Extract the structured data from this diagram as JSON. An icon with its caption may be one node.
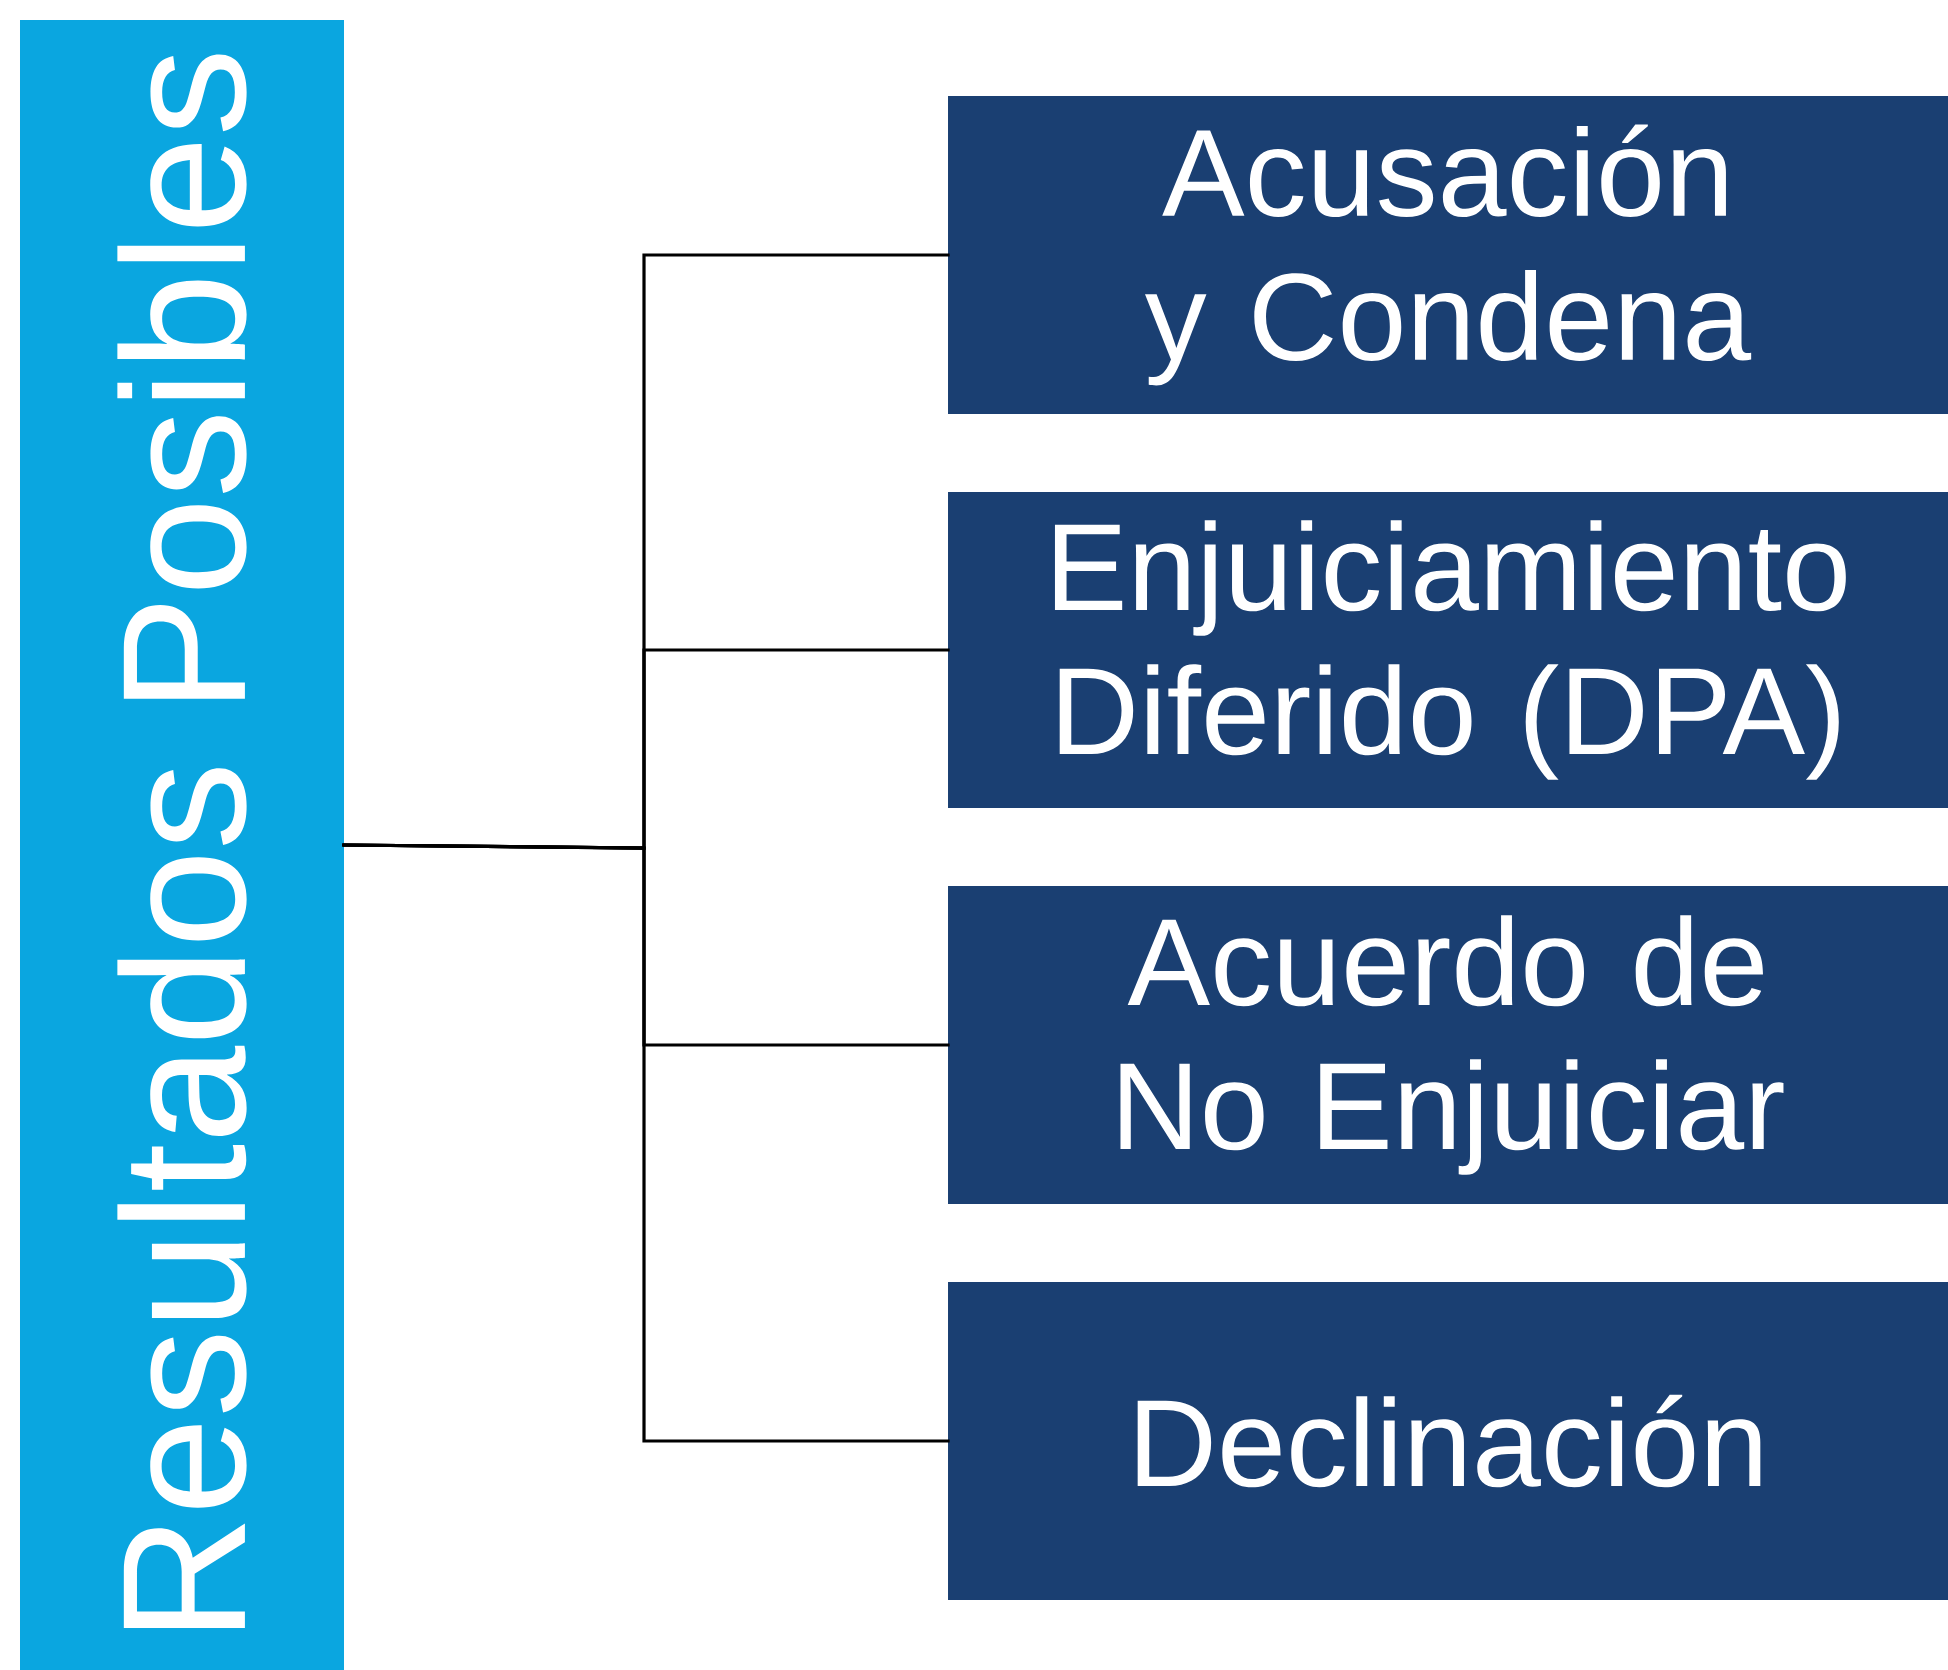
{
  "diagram": {
    "nodes": [
      {
        "text": [
          "Resultados Posibles"
        ]
      },
      {
        "text": [
          "Acusación y Condena"
        ]
      },
      {
        "text": [
          "Enjuiciamiento Diferido (DPA)"
        ]
      },
      {
        "text": [
          "Acuerdo de No Enjuiciar"
        ]
      },
      {
        "text": [
          "Declinación"
        ]
      }
    ],
    "edges": [
      {
        "from": 0,
        "to": 1,
        "arrow": "none"
      },
      {
        "from": 0,
        "to": 2,
        "arrow": "none"
      },
      {
        "from": 0,
        "to": 3,
        "arrow": "none"
      },
      {
        "from": 0,
        "to": 4,
        "arrow": "none"
      }
    ]
  }
}
